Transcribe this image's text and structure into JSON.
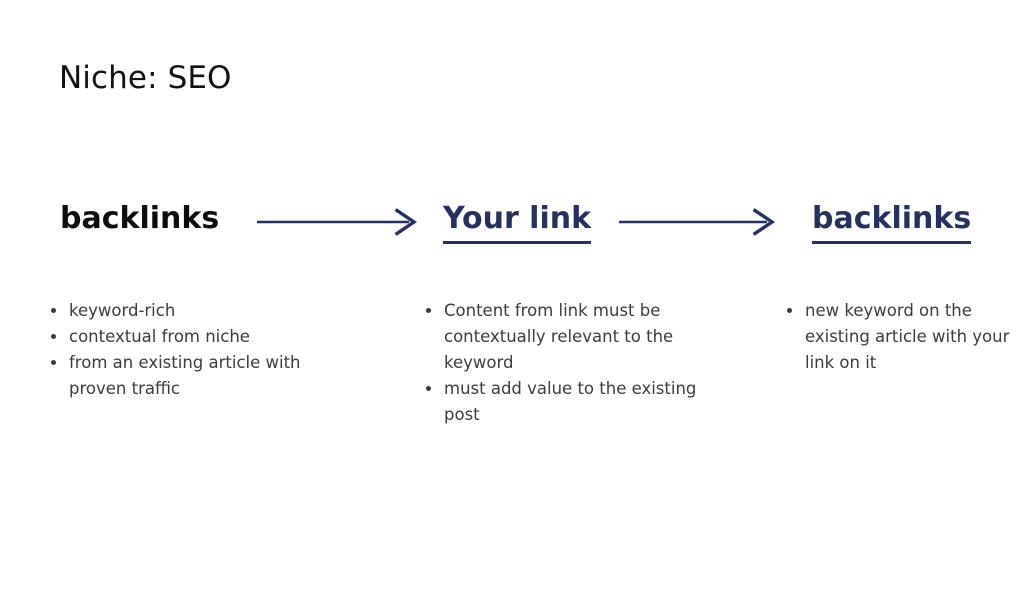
{
  "slide": {
    "title": "Niche: SEO",
    "background_color": "#ffffff",
    "accent_color": "#26315d",
    "text_color": "#3c3c3c",
    "heading_plain_color": "#0d0d0d"
  },
  "flow": {
    "arrow_1": {
      "icon": "arrow-right-icon",
      "color": "#26315d"
    },
    "arrow_2": {
      "icon": "arrow-right-icon",
      "color": "#26315d"
    }
  },
  "columns": [
    {
      "id": "col-1",
      "heading": "backlinks",
      "heading_style": "plain",
      "bullets": [
        "keyword-rich",
        "contextual from niche",
        "from an existing article with proven traffic"
      ]
    },
    {
      "id": "col-2",
      "heading": "Your link",
      "heading_style": "linked",
      "bullets": [
        "Content from link must be contextually relevant to the keyword",
        "must add value to the existing post"
      ]
    },
    {
      "id": "col-3",
      "heading": "backlinks",
      "heading_style": "linked",
      "bullets": [
        "new keyword on the existing article with your link on it"
      ]
    }
  ]
}
